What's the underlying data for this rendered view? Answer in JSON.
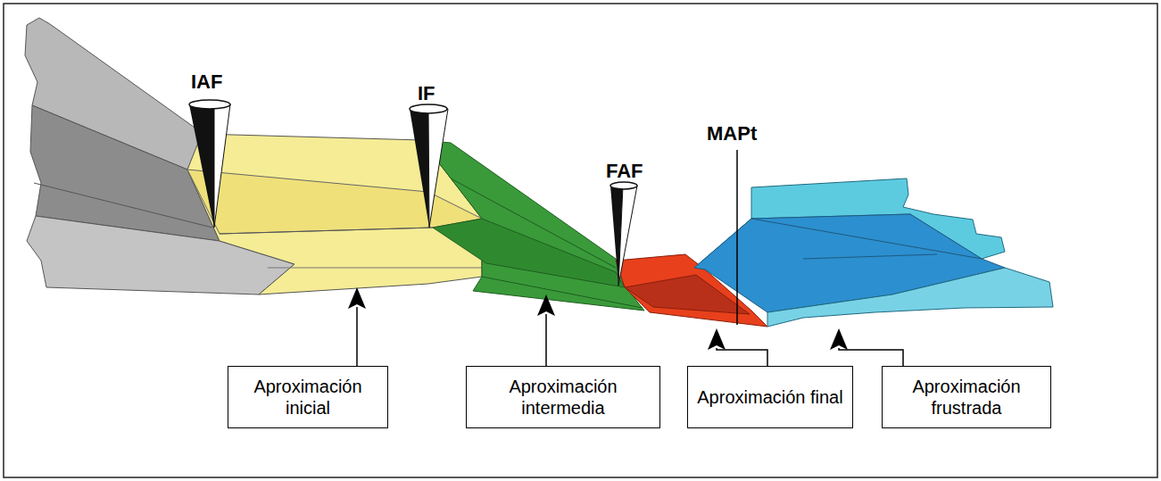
{
  "diagram": {
    "nodes": [
      {
        "text": [
          "Aproximación inicial"
        ]
      },
      {
        "text": [
          "Aproximación intermedia"
        ]
      },
      {
        "text": [
          "Aproximación final"
        ]
      },
      {
        "text": [
          "Aproximación frustrada"
        ]
      }
    ],
    "labels": [
      "IAF",
      "IF",
      "FAF",
      "MAPt"
    ]
  }
}
